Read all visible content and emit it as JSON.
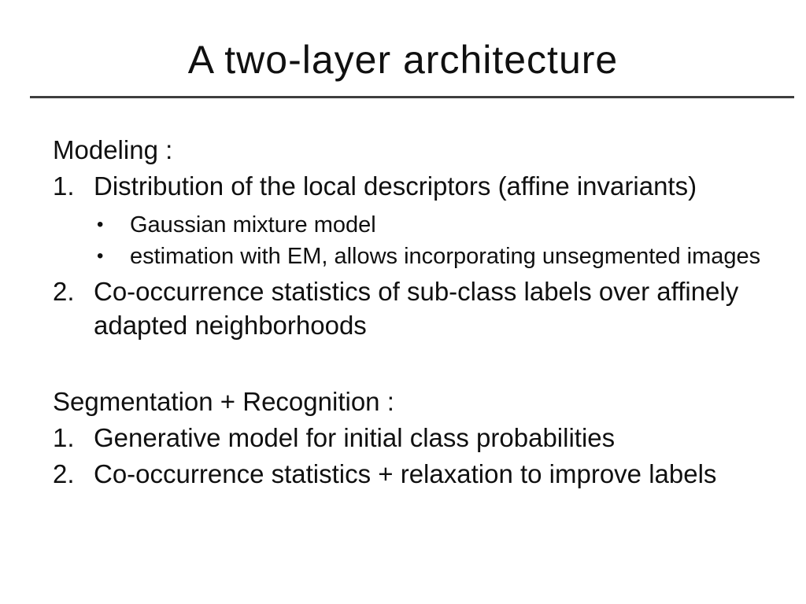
{
  "slide": {
    "title": "A two-layer architecture",
    "bullet_char": "•",
    "colors": {
      "background": "#ffffff",
      "text": "#101010",
      "divider": "#3e3e3e"
    },
    "sections": [
      {
        "heading": "Modeling :",
        "items": [
          {
            "marker": "1.",
            "text": "Distribution of the local descriptors (affine invariants)",
            "sub": [
              "Gaussian mixture model",
              "estimation with EM, allows incorporating unsegmented images"
            ]
          },
          {
            "marker": "2.",
            "text": "Co-occurrence statistics of sub-class labels over affinely adapted neighborhoods",
            "sub": []
          }
        ]
      },
      {
        "heading": "Segmentation + Recognition :",
        "items": [
          {
            "marker": "1.",
            "text": "Generative model for initial class probabilities",
            "sub": []
          },
          {
            "marker": "2.",
            "text": "Co-occurrence statistics + relaxation to improve labels",
            "sub": []
          }
        ]
      }
    ]
  }
}
